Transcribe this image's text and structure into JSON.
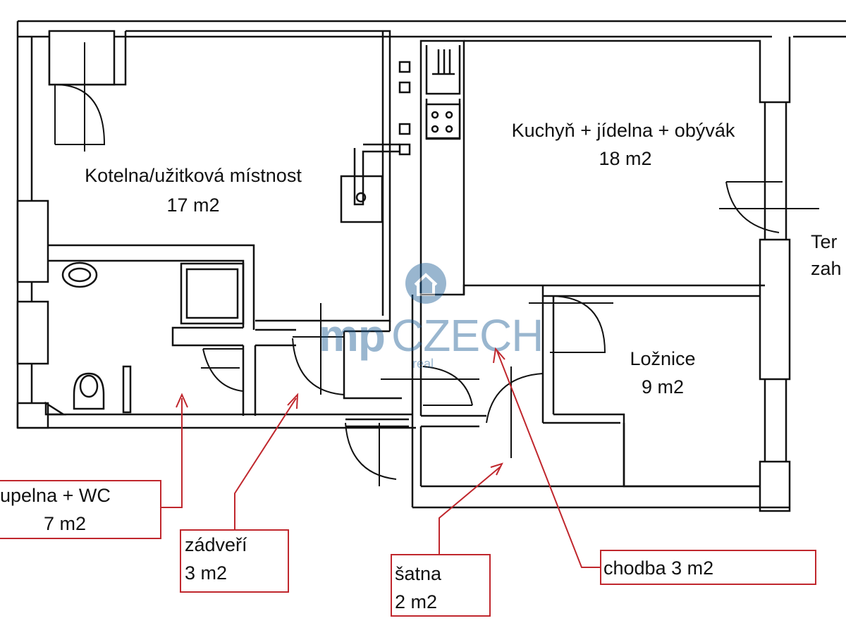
{
  "rooms": {
    "kotelna": {
      "name": "Kotelna/užitková místnost",
      "area": "17 m2"
    },
    "kuchyn": {
      "name": "Kuchyň  + jídelna + obývák",
      "area": "18 m2"
    },
    "loznice": {
      "name": "Ložnice",
      "area": "9 m2"
    },
    "terasa_partial": {
      "line1": "Ter",
      "line2": "zah"
    }
  },
  "callouts": {
    "koupelna": {
      "line1": "upelna + WC",
      "line2": "7 m2"
    },
    "zadveri": {
      "line1": "zádveří",
      "line2": "3 m2"
    },
    "satna": {
      "line1": "šatna",
      "line2": "2 m2"
    },
    "chodba": {
      "line1": "chodba 3 m2"
    }
  },
  "watermark": {
    "brand_a": "mp",
    "brand_b": "CZECH",
    "sub": "real"
  },
  "colors": {
    "wall": "#111111",
    "callout": "#c0272d",
    "watermark": "#1f5f96"
  }
}
